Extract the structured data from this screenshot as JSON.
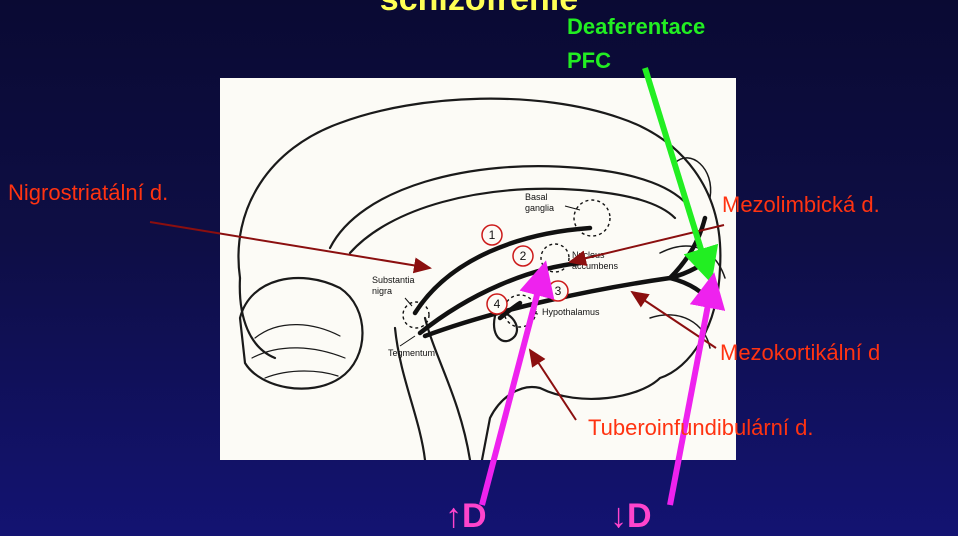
{
  "slide": {
    "title": "schizofrenie",
    "deafferentation": {
      "line1": "Deaferentace",
      "line2": "PFC"
    },
    "pathways": {
      "nigrostriatal": "Nigrostriatální d.",
      "mesolimbic": "Mezolimbická d.",
      "mesocortical": "Mezokortikální d",
      "tuberoinfundibular": "Tuberoinfundibulární d."
    },
    "dopamine": {
      "increase": "↑D",
      "decrease": "↓D"
    }
  },
  "diagram": {
    "labels": {
      "basal_ganglia_1": "Basal",
      "basal_ganglia_2": "ganglia",
      "nucleus_1": "Nucleus",
      "nucleus_2": "accumbens",
      "substantia_1": "Substantia",
      "substantia_2": "nigra",
      "hypothalamus": "Hypothalamus",
      "tegmentum": "Tegmentum"
    },
    "numbers": [
      "1",
      "2",
      "3",
      "4"
    ]
  },
  "colors": {
    "title": "#ffff55",
    "green": "#22ee22",
    "red_label": "#ff3311",
    "magenta": "#ee22ee",
    "dark_red": "#8b0f0f"
  }
}
